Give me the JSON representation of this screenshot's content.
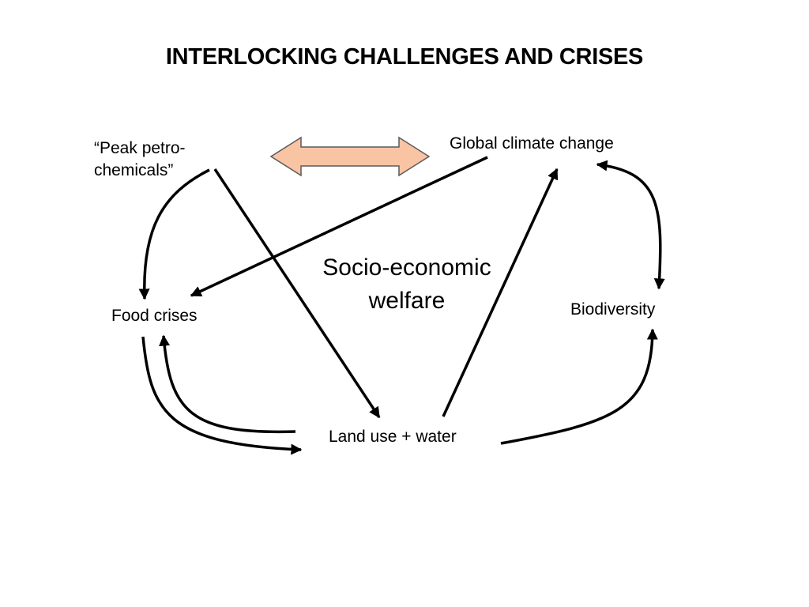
{
  "title": "INTERLOCKING CHALLENGES AND CRISES",
  "nodes": {
    "peak_line1": "“Peak petro-",
    "peak_line2": "chemicals”",
    "climate": "Global climate change",
    "socio_line1": "Socio-economic",
    "socio_line2": "welfare",
    "food": "Food crises",
    "biodiversity": "Biodiversity",
    "land": "Land use + water"
  },
  "colors": {
    "arrow": "#000000",
    "double_arrow_fill": "#f8c4a4",
    "double_arrow_stroke": "#5a5a5a"
  },
  "edges": [
    {
      "from": "peak",
      "to": "food"
    },
    {
      "from": "peak",
      "to": "land"
    },
    {
      "from": "climate",
      "to": "food"
    },
    {
      "from": "land",
      "to": "climate"
    },
    {
      "from": "climate",
      "to": "biodiversity",
      "bidirectional": true
    },
    {
      "from": "food",
      "to": "land"
    },
    {
      "from": "land",
      "to": "food"
    },
    {
      "from": "land",
      "to": "biodiversity"
    },
    {
      "from": "peak",
      "to": "climate",
      "bidirectional": true
    }
  ]
}
